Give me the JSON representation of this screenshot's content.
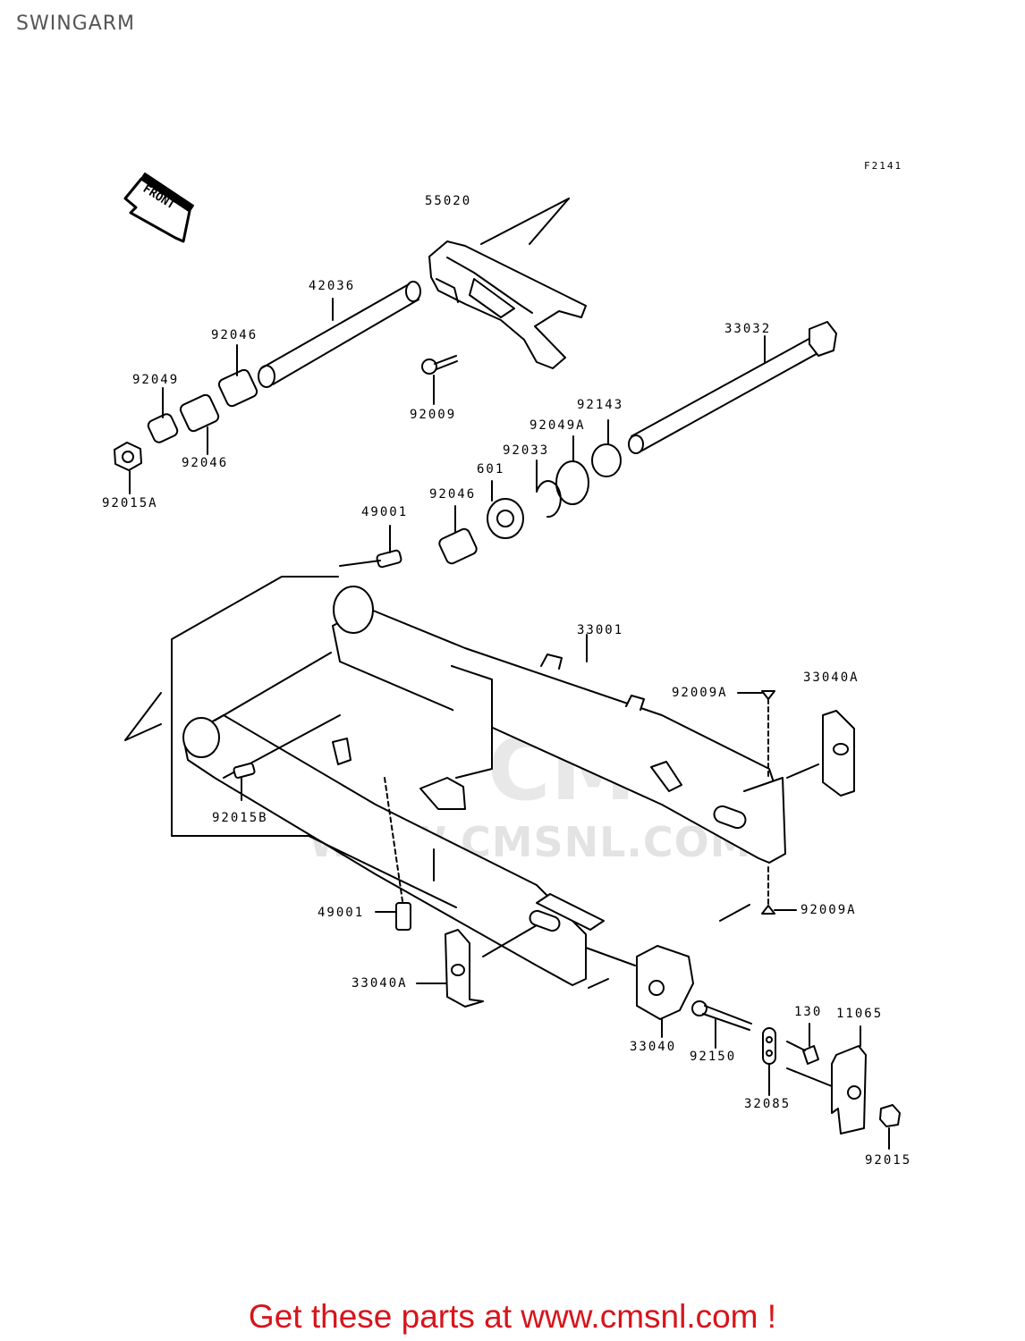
{
  "header": {
    "title": "SWINGARM"
  },
  "figure_id": "F2141",
  "front_label": "FRONT",
  "watermark": {
    "logo": "CMS",
    "url": "WWW.CMSNL.COM"
  },
  "footer": {
    "cta": "Get these parts at www.cmsnl.com !"
  },
  "parts": [
    {
      "id": "55020"
    },
    {
      "id": "42036"
    },
    {
      "id": "92046"
    },
    {
      "id": "92049"
    },
    {
      "id": "92046"
    },
    {
      "id": "92015A"
    },
    {
      "id": "92009"
    },
    {
      "id": "33032"
    },
    {
      "id": "92143"
    },
    {
      "id": "92049A"
    },
    {
      "id": "92033"
    },
    {
      "id": "601"
    },
    {
      "id": "92046"
    },
    {
      "id": "49001"
    },
    {
      "id": "33001"
    },
    {
      "id": "92009A"
    },
    {
      "id": "33040A"
    },
    {
      "id": "92015B"
    },
    {
      "id": "92009A"
    },
    {
      "id": "49001"
    },
    {
      "id": "33040A"
    },
    {
      "id": "33040"
    },
    {
      "id": "92150"
    },
    {
      "id": "130"
    },
    {
      "id": "11065"
    },
    {
      "id": "32085"
    },
    {
      "id": "92015"
    }
  ]
}
